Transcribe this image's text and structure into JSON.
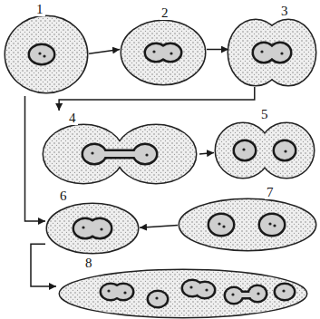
{
  "diagram": {
    "nodes": [
      {
        "text": [
          "1"
        ]
      },
      {
        "text": [
          "2"
        ]
      },
      {
        "text": [
          "3"
        ]
      },
      {
        "text": [
          "4"
        ]
      },
      {
        "text": [
          "5"
        ]
      },
      {
        "text": [
          "6"
        ]
      },
      {
        "text": [
          "7"
        ]
      },
      {
        "text": [
          "8"
        ]
      }
    ],
    "edges": [
      {
        "from": 0,
        "to": 1,
        "arrow": "to"
      },
      {
        "from": 1,
        "to": 2,
        "arrow": "to"
      },
      {
        "from": 2,
        "to": 3,
        "arrow": "to"
      },
      {
        "from": 3,
        "to": 4,
        "arrow": "to"
      },
      {
        "from": 0,
        "to": 5,
        "arrow": "to"
      },
      {
        "from": 6,
        "to": 5,
        "arrow": "to"
      },
      {
        "from": 5,
        "to": 7,
        "arrow": "to"
      }
    ]
  }
}
